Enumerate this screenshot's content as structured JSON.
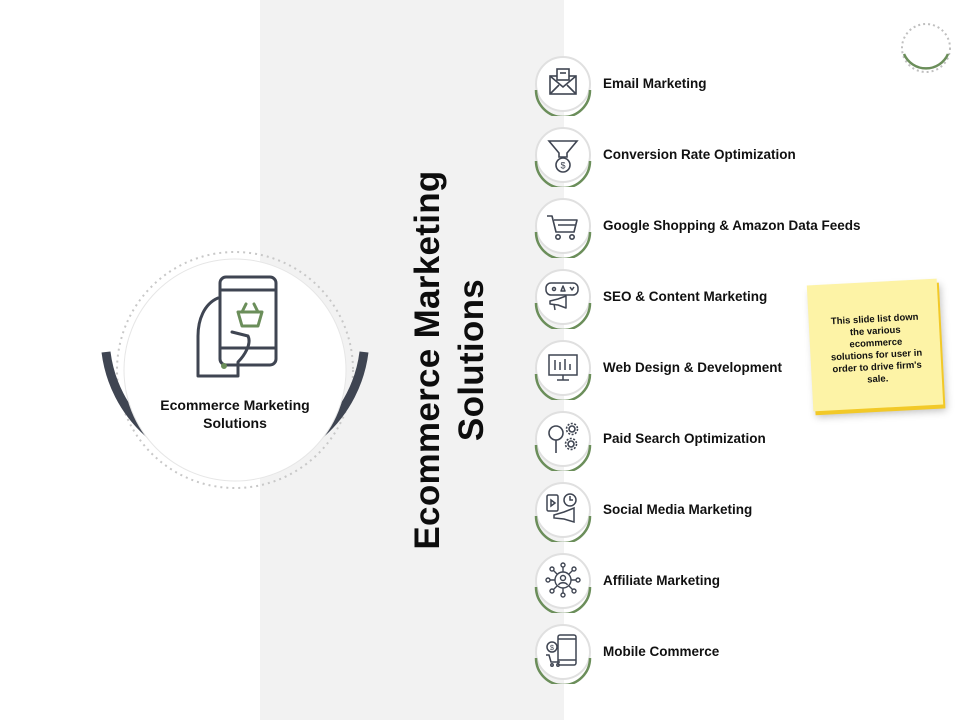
{
  "slide": {
    "title": "Ecommerce Marketing Solutions",
    "hub_label": "Ecommerce Marketing Solutions",
    "note_text": "This slide list down the various ecommerce solutions for user in order to drive firm's sale.",
    "colors": {
      "accent_green": "#6b8e5a",
      "ring_dark": "#3f4552",
      "note_yellow": "#fdf3a6",
      "note_edge": "#f2c928",
      "band_gray": "#f2f2f2"
    }
  },
  "items": [
    {
      "label": "Email Marketing",
      "icon": "envelope-icon"
    },
    {
      "label": "Conversion Rate Optimization",
      "icon": "funnel-coin-icon"
    },
    {
      "label": "Google Shopping & Amazon  Data Feeds",
      "icon": "shopping-cart-icon"
    },
    {
      "label": "SEO & Content Marketing",
      "icon": "megaphone-chat-icon"
    },
    {
      "label": "Web Design & Development",
      "icon": "monitor-design-icon"
    },
    {
      "label": "Paid Search Optimization",
      "icon": "magnifier-gears-icon"
    },
    {
      "label": "Social Media Marketing",
      "icon": "social-megaphone-icon"
    },
    {
      "label": "Affiliate Marketing",
      "icon": "network-user-icon"
    },
    {
      "label": "Mobile Commerce",
      "icon": "mobile-cart-icon"
    }
  ]
}
